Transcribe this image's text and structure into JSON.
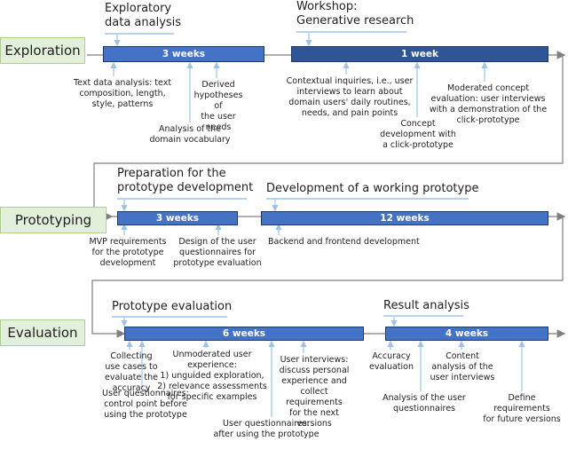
{
  "colors": {
    "phase_fill": "#e2efda",
    "phase_border": "#a9d18e",
    "bar_light": "#4472c4",
    "bar_dark": "#2f5597",
    "connector": "#9dc3e6",
    "flow_line": "#7f7f7f"
  },
  "phases": {
    "exploration": "Exploration",
    "prototyping": "Prototyping",
    "evaluation": "Evaluation"
  },
  "bars": {
    "eda": "3 weeks",
    "workshop": "1 week",
    "prep": "3 weeks",
    "dev": "12 weeks",
    "proto_eval": "6 weeks",
    "result": "4 weeks"
  },
  "titles": {
    "eda": "Exploratory\ndata analysis",
    "workshop": "Workshop:\nGenerative research",
    "prep": "Preparation for the\nprototype development",
    "dev": "Development of a working prototype",
    "proto_eval": "Prototype evaluation",
    "result": "Result analysis"
  },
  "notes": {
    "text_analysis": "Text data analysis: text\ncomposition, length,\nstyle, patterns",
    "domain_vocab": "Analysis of the\ndomain vocabulary",
    "hypotheses": "Derived\nhypotheses of\nthe user needs",
    "contextual": "Contextual inquiries, i.e., user\ninterviews to learn about\ndomain users' daily routines,\nneeds, and pain points",
    "concept_dev": "Concept\ndevelopment with\na click-prototype",
    "moderated": "Moderated concept\nevaluation: user interviews\nwith a demonstration of the\nclick-prototype",
    "mvp": "MVP requirements\nfor the prototype\ndevelopment",
    "questionnaire_design": "Design of the user\nquestionnaires for\nprototype evaluation",
    "backend": "Backend and frontend development",
    "use_cases": "Collecting\nuse cases to\nevaluate the\naccuracy",
    "unmoderated": "Unmoderated user\nexperience:\n1) unguided exploration,\n2) relevance assessments\nfor specific examples",
    "interviews": "User interviews:\ndiscuss personal\nexperience and\ncollect requirements\nfor the next versions",
    "q_before": "User questionnaires:\ncontrol point before\nusing the prototype",
    "q_after": "User questionnaires:\nafter using the prototype",
    "accuracy": "Accuracy\nevaluation",
    "content_analysis": "Content\nanalysis of the\nuser interviews",
    "q_analysis": "Analysis of the user\nquestionnaires",
    "future_req": "Define requirements\nfor future versions"
  }
}
